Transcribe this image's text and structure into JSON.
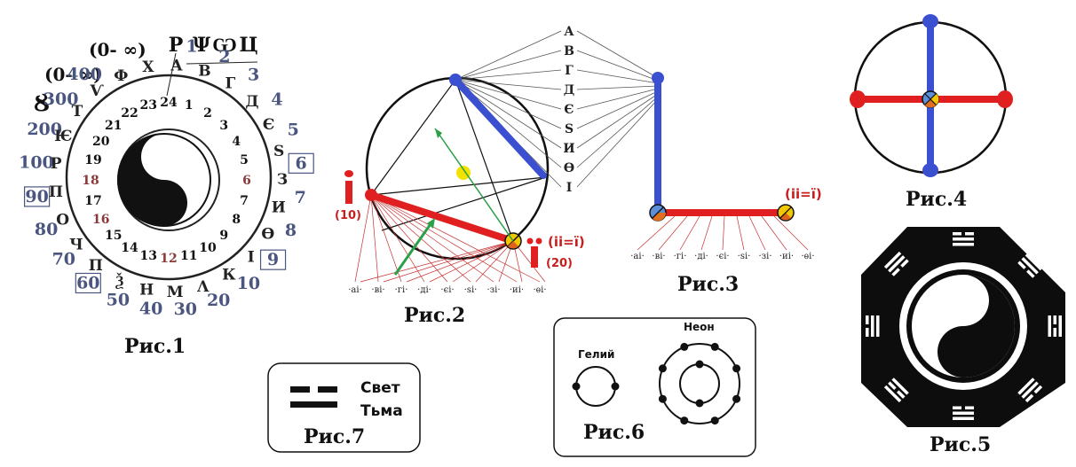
{
  "fig1": {
    "caption": "Рис.1",
    "infinity_1": "(0- ∞)",
    "infinity_2": "(0- ∞)",
    "top_letters": [
      "Ρ",
      "Ψ",
      "Ѡ",
      "Ц"
    ],
    "outer_numbers": [
      "1",
      "2",
      "3",
      "4",
      "5",
      "6",
      "7",
      "8",
      "9",
      "10",
      "20",
      "30",
      "40",
      "50",
      "60",
      "70",
      "80",
      "90",
      "100",
      "200",
      "300",
      "400"
    ],
    "outer_letters": [
      "А",
      "В",
      "Г",
      "Д",
      "Є",
      "Ѕ",
      "З",
      "И",
      "Ѳ",
      "Ι",
      "К",
      "Λ",
      "М",
      "Н",
      "Ѯ",
      "П",
      "Ч",
      "О",
      "П",
      "Р",
      "Ѥ",
      "Т",
      "Ѵ",
      "Ф",
      "Х"
    ],
    "inner_numbers": [
      "24",
      "1",
      "2",
      "3",
      "4",
      "5",
      "6",
      "7",
      "8",
      "9",
      "10",
      "11",
      "12",
      "13",
      "14",
      "15",
      "16",
      "17",
      "18",
      "19",
      "20",
      "21",
      "22",
      "23"
    ],
    "extra_symbol": "Ȣ",
    "boxed_numbers": [
      "6",
      "9",
      "60",
      "90"
    ],
    "highlight_color": "#8b3a3a",
    "number_color": "#4a5580"
  },
  "fig2": {
    "caption": "Рис.2",
    "left_label": "(10)",
    "right_label": "(ii=ї)",
    "right_num": "(20)",
    "bottom_tokens": [
      "·аі·",
      "·ві·",
      "·гі·",
      "·ді·",
      "·єі·",
      "·ѕі·",
      "·зі·",
      "·иі·",
      "·ѳі·"
    ],
    "right_letters": [
      "А",
      "В",
      "Г",
      "Д",
      "Є",
      "Ѕ",
      "И",
      "Ѳ",
      "І"
    ],
    "blue": "#3b4fd1",
    "red": "#e02020"
  },
  "fig3": {
    "caption": "Рис.3",
    "label": "(ii=ї)",
    "bottom_tokens": [
      "·аі·",
      "·ві·",
      "·гі·",
      "·ді·",
      "·єі·",
      "·ѕі·",
      "·зі·",
      "·иі·",
      "·ѳі·"
    ]
  },
  "fig4": {
    "caption": "Рис.4"
  },
  "fig5": {
    "caption": "Рис.5"
  },
  "fig6": {
    "caption": "Рис.6",
    "helium": "Гелий",
    "neon": "Неон"
  },
  "fig7": {
    "caption": "Рис.7",
    "light": "Свет",
    "dark": "Тьма"
  }
}
